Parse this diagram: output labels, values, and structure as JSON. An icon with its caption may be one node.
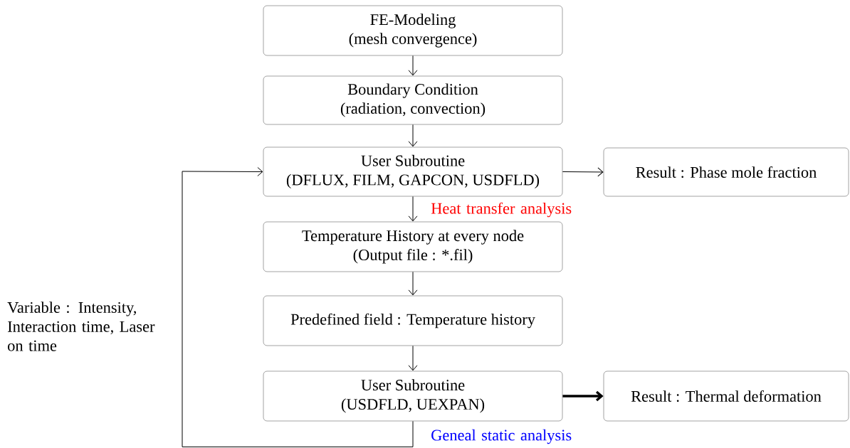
{
  "diagram": {
    "nodes": [
      {
        "text": [
          "FE-Modeling",
          "(mesh convergence)"
        ]
      },
      {
        "text": [
          "Boundary Condition",
          "(radiation, convection)"
        ]
      },
      {
        "text": [
          "User Subroutine",
          "(DFLUX,  FILM, GAPCON, USDFLD)"
        ]
      },
      {
        "text": [
          "Result : Phase mole fraction"
        ]
      },
      {
        "text": [
          "Temperature History at every node",
          "(Output file : *.fil)"
        ]
      },
      {
        "text": [
          "Predefined field : Temperature history"
        ]
      },
      {
        "text": [
          "User Subroutine",
          "(USDFLD, UEXPAN)"
        ]
      },
      {
        "text": [
          "Result : Thermal deformation"
        ]
      }
    ],
    "edges": [
      {
        "from": 0,
        "to": 1,
        "arrow": "to"
      },
      {
        "from": 1,
        "to": 2,
        "arrow": "to"
      },
      {
        "from": 2,
        "to": 3,
        "arrow": "to"
      },
      {
        "from": 2,
        "to": 4,
        "arrow": "to"
      },
      {
        "from": 4,
        "to": 5,
        "arrow": "to"
      },
      {
        "from": 5,
        "to": 6,
        "arrow": "to"
      },
      {
        "from": 6,
        "to": 7,
        "arrow": "to",
        "style": "thick"
      },
      {
        "from": 6,
        "to": 2,
        "arrow": "to"
      }
    ],
    "labels": [
      "Heat transfer analysis",
      "Variable : Intensity, Interaction time, Laser on time",
      "Geneal static analysis"
    ]
  }
}
